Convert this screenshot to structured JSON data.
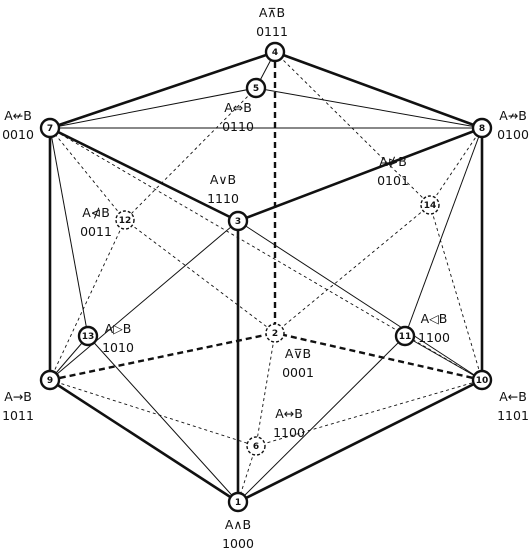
{
  "nodes": [
    {
      "id": "1",
      "op": "A∧B",
      "code": "1000",
      "style": "solid"
    },
    {
      "id": "2",
      "op": "A⊽B",
      "code": "0001",
      "style": "dashed"
    },
    {
      "id": "3",
      "op": "A∨B",
      "code": "1110",
      "style": "solid"
    },
    {
      "id": "4",
      "op": "A⊼B",
      "code": "0111",
      "style": "solid"
    },
    {
      "id": "5",
      "op": "A⇔B",
      "code": "0110",
      "style": "solid"
    },
    {
      "id": "6",
      "op": "A↔B",
      "code": "1100",
      "style": "dashed"
    },
    {
      "id": "7",
      "op": "A↚B",
      "code": "0010",
      "style": "solid"
    },
    {
      "id": "8",
      "op": "A↛B",
      "code": "0100",
      "style": "solid"
    },
    {
      "id": "9",
      "op": "A→B",
      "code": "1011",
      "style": "solid"
    },
    {
      "id": "10",
      "op": "A←B",
      "code": "1101",
      "style": "solid"
    },
    {
      "id": "11",
      "op": "A◁B",
      "code": "1100",
      "style": "solid"
    },
    {
      "id": "12",
      "op": "A⋪B",
      "code": "0011",
      "style": "dashed"
    },
    {
      "id": "13",
      "op": "A▷B",
      "code": "1010",
      "style": "solid"
    },
    {
      "id": "14",
      "op": "A⋫B",
      "code": "0101",
      "style": "dashed"
    }
  ],
  "edges": [
    {
      "from": "1",
      "to": "9",
      "style": "thick"
    },
    {
      "from": "1",
      "to": "10",
      "style": "thick"
    },
    {
      "from": "1",
      "to": "3",
      "style": "thick"
    },
    {
      "from": "9",
      "to": "7",
      "style": "thick"
    },
    {
      "from": "10",
      "to": "8",
      "style": "thick"
    },
    {
      "from": "7",
      "to": "4",
      "style": "thick"
    },
    {
      "from": "8",
      "to": "4",
      "style": "thick"
    },
    {
      "from": "7",
      "to": "3",
      "style": "thick"
    },
    {
      "from": "8",
      "to": "3",
      "style": "thick"
    },
    {
      "from": "4",
      "to": "2",
      "style": "thickdash"
    },
    {
      "from": "9",
      "to": "2",
      "style": "thickdash"
    },
    {
      "from": "10",
      "to": "2",
      "style": "thickdash"
    },
    {
      "from": "7",
      "to": "5",
      "style": "thin"
    },
    {
      "from": "8",
      "to": "5",
      "style": "thin"
    },
    {
      "from": "4",
      "to": "5",
      "style": "thin"
    },
    {
      "from": "3",
      "to": "9",
      "style": "thin"
    },
    {
      "from": "3",
      "to": "10",
      "style": "thin"
    },
    {
      "from": "7",
      "to": "13",
      "style": "thin"
    },
    {
      "from": "13",
      "to": "1",
      "style": "thin"
    },
    {
      "from": "8",
      "to": "11",
      "style": "thin"
    },
    {
      "from": "11",
      "to": "1",
      "style": "thin"
    },
    {
      "from": "13",
      "to": "9",
      "style": "thin"
    },
    {
      "from": "11",
      "to": "10",
      "style": "thin"
    },
    {
      "from": "5",
      "to": "12",
      "style": "dot"
    },
    {
      "from": "12",
      "to": "9",
      "style": "dot"
    },
    {
      "from": "12",
      "to": "7",
      "style": "dot"
    },
    {
      "from": "12",
      "to": "2",
      "style": "dot"
    },
    {
      "from": "4",
      "to": "14",
      "style": "dot"
    },
    {
      "from": "14",
      "to": "8",
      "style": "dot"
    },
    {
      "from": "14",
      "to": "10",
      "style": "dot"
    },
    {
      "from": "14",
      "to": "2",
      "style": "dot"
    },
    {
      "from": "7",
      "to": "10",
      "style": "dot"
    },
    {
      "from": "9",
      "to": "6",
      "style": "dot"
    },
    {
      "from": "6",
      "to": "10",
      "style": "dot"
    },
    {
      "from": "6",
      "to": "1",
      "style": "dot"
    },
    {
      "from": "2",
      "to": "6",
      "style": "dot"
    },
    {
      "from": "7",
      "to": "8",
      "style": "thin"
    }
  ]
}
